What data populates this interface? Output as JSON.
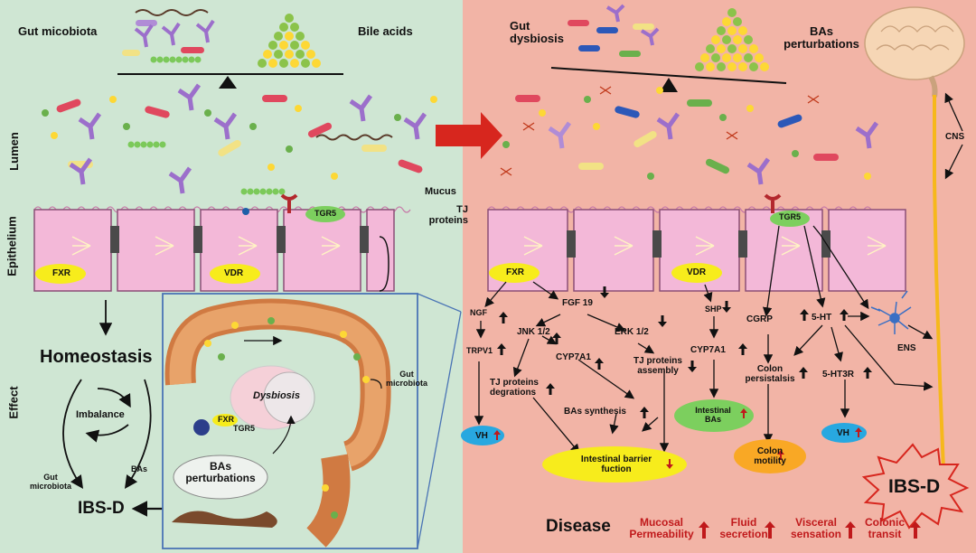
{
  "left": {
    "title_microbiota": "Gut micobiota",
    "title_bile_acids": "Bile acids",
    "axis_lumen": "Lumen",
    "axis_epithelium": "Epithelium",
    "axis_effect": "Effect",
    "mucus": "Mucus",
    "tj_proteins": "TJ\nproteins",
    "tgr5": "TGR5",
    "fxr": "FXR",
    "vdr": "VDR",
    "homeostasis": "Homeostasis",
    "imbalance": "Imbalance",
    "gut_microbiota": "Gut\nmicrobiota",
    "bas": "BAs",
    "ibsd": "IBS-D"
  },
  "inset": {
    "dysbiosis": "Dysbiosis",
    "fxr": "FXR",
    "tgr5": "TGR5",
    "gut_microbiota": "Gut\nmicrobiota",
    "bas_perturbations": "BAs\nperturbations"
  },
  "right": {
    "title_dysbiosis": "Gut\ndysbiosis",
    "title_perturbations": "BAs\nperturbations",
    "cns": "CNS",
    "tgr5": "TGR5",
    "fxr": "FXR",
    "vdr": "VDR",
    "ngf": "NGF",
    "fgf19": "FGF 19",
    "trpv1": "TRPV1",
    "jnk": "JNK 1/2",
    "erk": "ERK 1/2",
    "shp": "SHP",
    "cgrp": "CGRP",
    "ht5": "5-HT",
    "ens": "ENS",
    "cyp7a1_a": "CYP7A1",
    "cyp7a1_b": "CYP7A1",
    "tj_degradation": "TJ proteins\ndegrations",
    "tj_assembly": "TJ proteins\nassembly",
    "colon_persistalsis": "Colon\npersistalsis",
    "ht3r": "5-HT3R",
    "bas_synthesis": "BAs synthesis",
    "intestinal_bas": "Intestinal\nBAs",
    "vh1": "VH",
    "vh2": "VH",
    "barrier": "Intestinal barrier\nfuction",
    "colon_motility": "Colon\nmotility",
    "ibsd": "IBS-D",
    "disease": "Disease",
    "outcomes": [
      "Mucosal\nPermeability",
      "Fluid\nsecretion",
      "Visceral\nsensation",
      "Colonic\ntransit"
    ]
  },
  "colors": {
    "left_bg": "#cfe6d3",
    "right_bg": "#f2b4a6",
    "epithelium": "#f3b8d8",
    "outcome_red": "#c0191b",
    "arrow_red": "#d7261e",
    "yellow_ellipse": "#f7ec1c",
    "blue_ellipse": "#28a8e0",
    "green_ellipse": "#7ccf5e",
    "orange_ellipse": "#f9a825"
  }
}
